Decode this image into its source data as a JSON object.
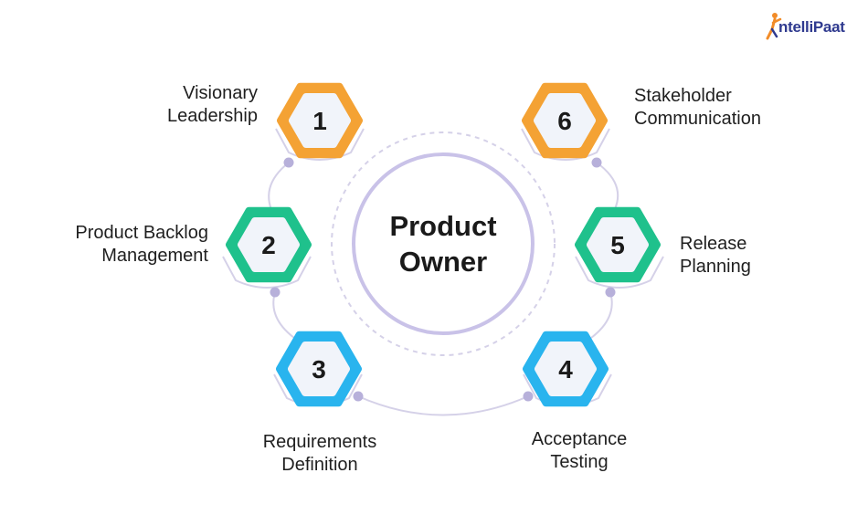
{
  "brand": {
    "name": "ntelliPaat"
  },
  "center": {
    "line1": "Product",
    "line2": "Owner"
  },
  "colors": {
    "orange": "#F4A234",
    "green": "#1FC18C",
    "blue": "#29B4EE",
    "ring": "#C9C2E8",
    "connector": "#D5D1E8",
    "dot": "#B7B0DA"
  },
  "steps": [
    {
      "number": "1",
      "line1": "Visionary",
      "line2": "Leadership",
      "color": "orange"
    },
    {
      "number": "2",
      "line1": "Product Backlog",
      "line2": "Management",
      "color": "green"
    },
    {
      "number": "3",
      "line1": "Requirements",
      "line2": "Definition",
      "color": "blue"
    },
    {
      "number": "4",
      "line1": "Acceptance",
      "line2": "Testing",
      "color": "blue"
    },
    {
      "number": "5",
      "line1": "Release",
      "line2": "Planning",
      "color": "green"
    },
    {
      "number": "6",
      "line1": "Stakeholder",
      "line2": "Communication",
      "color": "orange"
    }
  ]
}
